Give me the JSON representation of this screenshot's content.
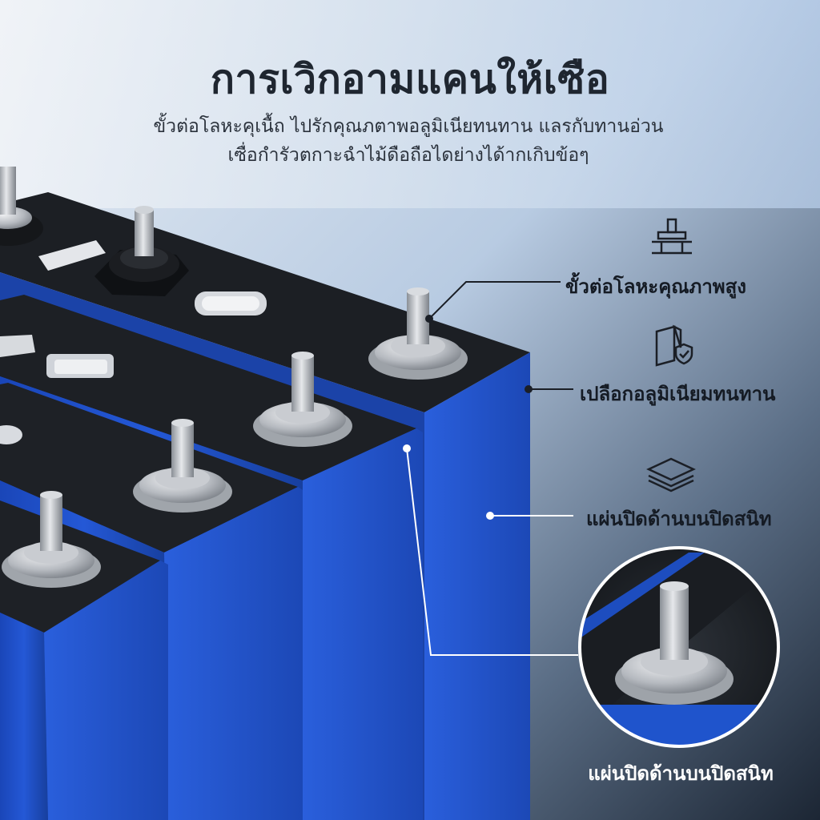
{
  "header": {
    "title": "การเวิกอามแคนให้เซือ",
    "subtitle_line1": "ขั้วต่อโลหะคุเนื้ถ ไปรักคุณภตาพอลูมิเนียทนทาน แลรกับทานอ่วน",
    "subtitle_line2": "เซื่อกำรัวตกาะฉำไม้ดือถือไดย่างได้ากเกิบข้อๆ"
  },
  "callouts": [
    {
      "label": "ขั้วต่อโลหะคุณภาพสูง",
      "icon": "terminal-connector-icon"
    },
    {
      "label": "เปลือกอลูมิเนียมทนทาน",
      "icon": "aluminum-shield-case-icon"
    },
    {
      "label": "แผ่นปิดด้านบนปิดสนิท",
      "icon": "layers-icon"
    }
  ],
  "zoom": {
    "caption": "แผ่นปิดด้านบนปิดสนิท"
  },
  "colors": {
    "background_top": "#b9cde6",
    "cell_blue": "#1f52c9",
    "top_cap": "#1b1e23",
    "terminal": "#b8bcc2"
  }
}
